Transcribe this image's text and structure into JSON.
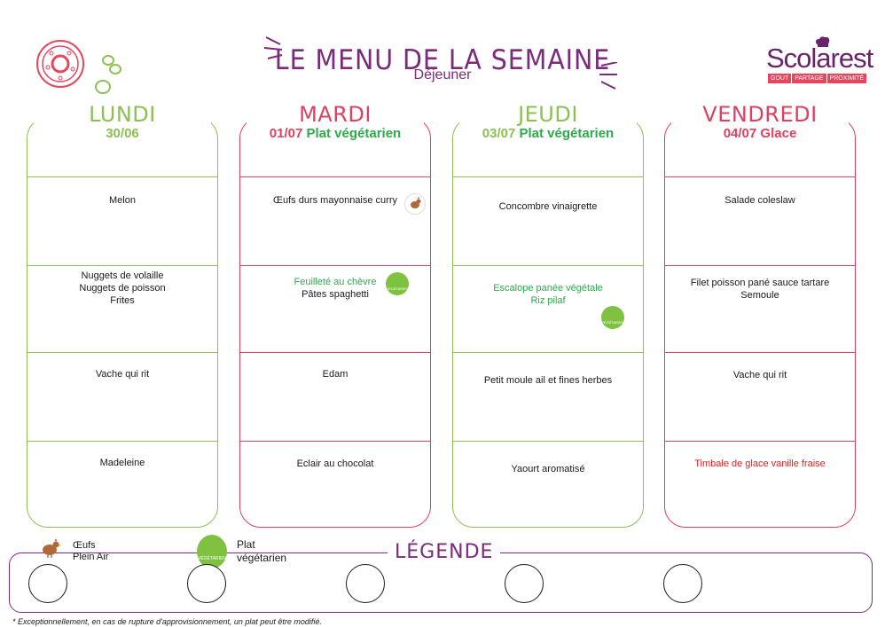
{
  "header": {
    "title": "LE MENU DE LA SEMAINE",
    "subtitle": "Déjeuner",
    "logo": {
      "word": "Scolarest",
      "tags": [
        "GOUT",
        "PARTAGE",
        "PROXIMITÉ"
      ]
    }
  },
  "days": [
    {
      "name": "LUNDI",
      "date": "30/06",
      "theme": "",
      "items": [
        "Melon",
        "Nuggets de volaille\nNuggets de poisson\nFrites",
        "Vache qui rit",
        "Madeleine"
      ]
    },
    {
      "name": "MARDI",
      "date": "01/07",
      "theme": "Plat végétarien",
      "items": [
        "Œufs durs mayonnaise curry",
        "Feuilleté au chèvre",
        "Pâtes spaghetti",
        "Edam",
        "Eclair au chocolat"
      ]
    },
    {
      "name": "JEUDI",
      "date": "03/07",
      "theme": "Plat végétarien",
      "items": [
        "Concombre vinaigrette",
        "Escalope panée végétale\nRiz pilaf",
        "Petit moule ail et fines herbes",
        "Yaourt aromatisé"
      ]
    },
    {
      "name": "VENDREDI",
      "date": "04/07",
      "theme": "Glace",
      "items": [
        "Salade coleslaw",
        "Filet poisson pané sauce tartare\nSemoule",
        "Vache qui rit",
        "Timbale de glace vanille fraise"
      ]
    }
  ],
  "legend": {
    "title": "LÉGENDE",
    "egg_label": "Œufs\nPlein Air",
    "veg_label": "Plat\nvégétarien",
    "veg_badge_text": "VÉGÉTARIEN"
  },
  "footnote": "* Exceptionnellement, en cas de rupture d'approvisionnement, un plat peut être modifié.",
  "colors": {
    "purple": "#7b2a7c",
    "green": "#8cc152",
    "red": "#e04060",
    "veg_green": "#2eaa4a"
  }
}
